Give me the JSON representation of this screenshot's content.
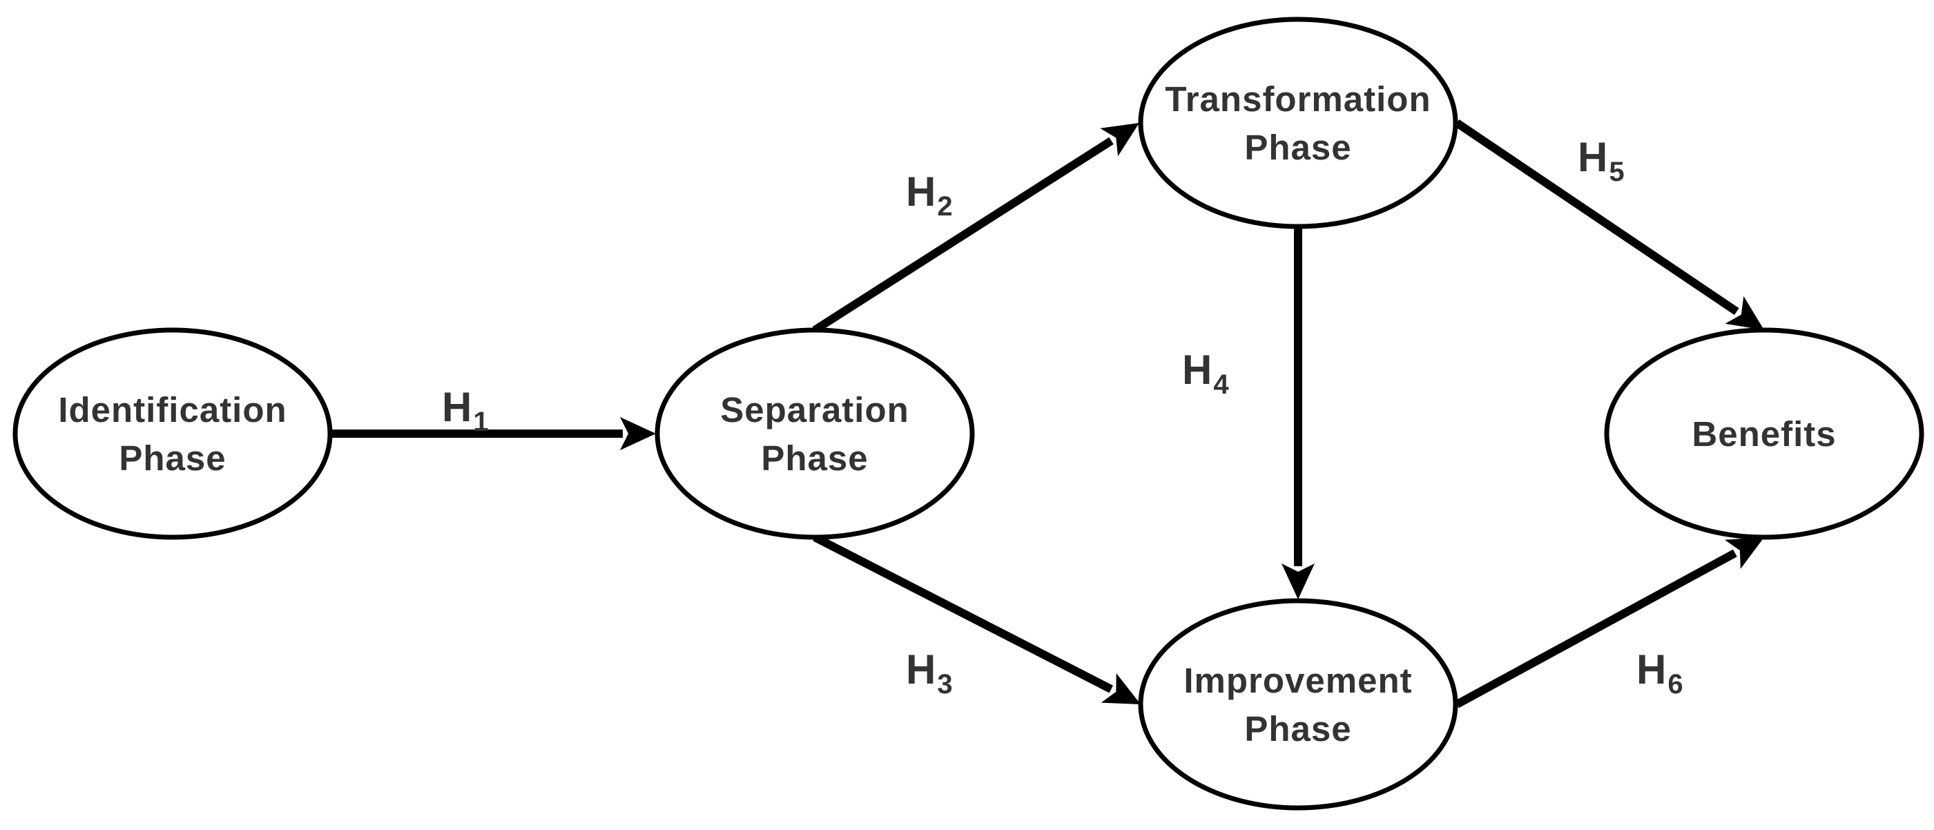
{
  "nodes": [
    {
      "id": "identification",
      "lines": [
        "Identification",
        "Phase"
      ]
    },
    {
      "id": "separation",
      "lines": [
        "Separation",
        "Phase"
      ]
    },
    {
      "id": "transformation",
      "lines": [
        "Transformation",
        "Phase"
      ]
    },
    {
      "id": "improvement",
      "lines": [
        "Improvement",
        "Phase"
      ]
    },
    {
      "id": "benefits",
      "lines": [
        "Benefits"
      ]
    }
  ],
  "edges": [
    {
      "id": "h1",
      "from": "identification",
      "to": "separation",
      "label": "H",
      "sub": "1"
    },
    {
      "id": "h2",
      "from": "separation",
      "to": "transformation",
      "label": "H",
      "sub": "2"
    },
    {
      "id": "h3",
      "from": "separation",
      "to": "improvement",
      "label": "H",
      "sub": "3"
    },
    {
      "id": "h4",
      "from": "transformation",
      "to": "improvement",
      "label": "H",
      "sub": "4"
    },
    {
      "id": "h5",
      "from": "transformation",
      "to": "benefits",
      "label": "H",
      "sub": "5"
    },
    {
      "id": "h6",
      "from": "improvement",
      "to": "benefits",
      "label": "H",
      "sub": "6"
    }
  ]
}
